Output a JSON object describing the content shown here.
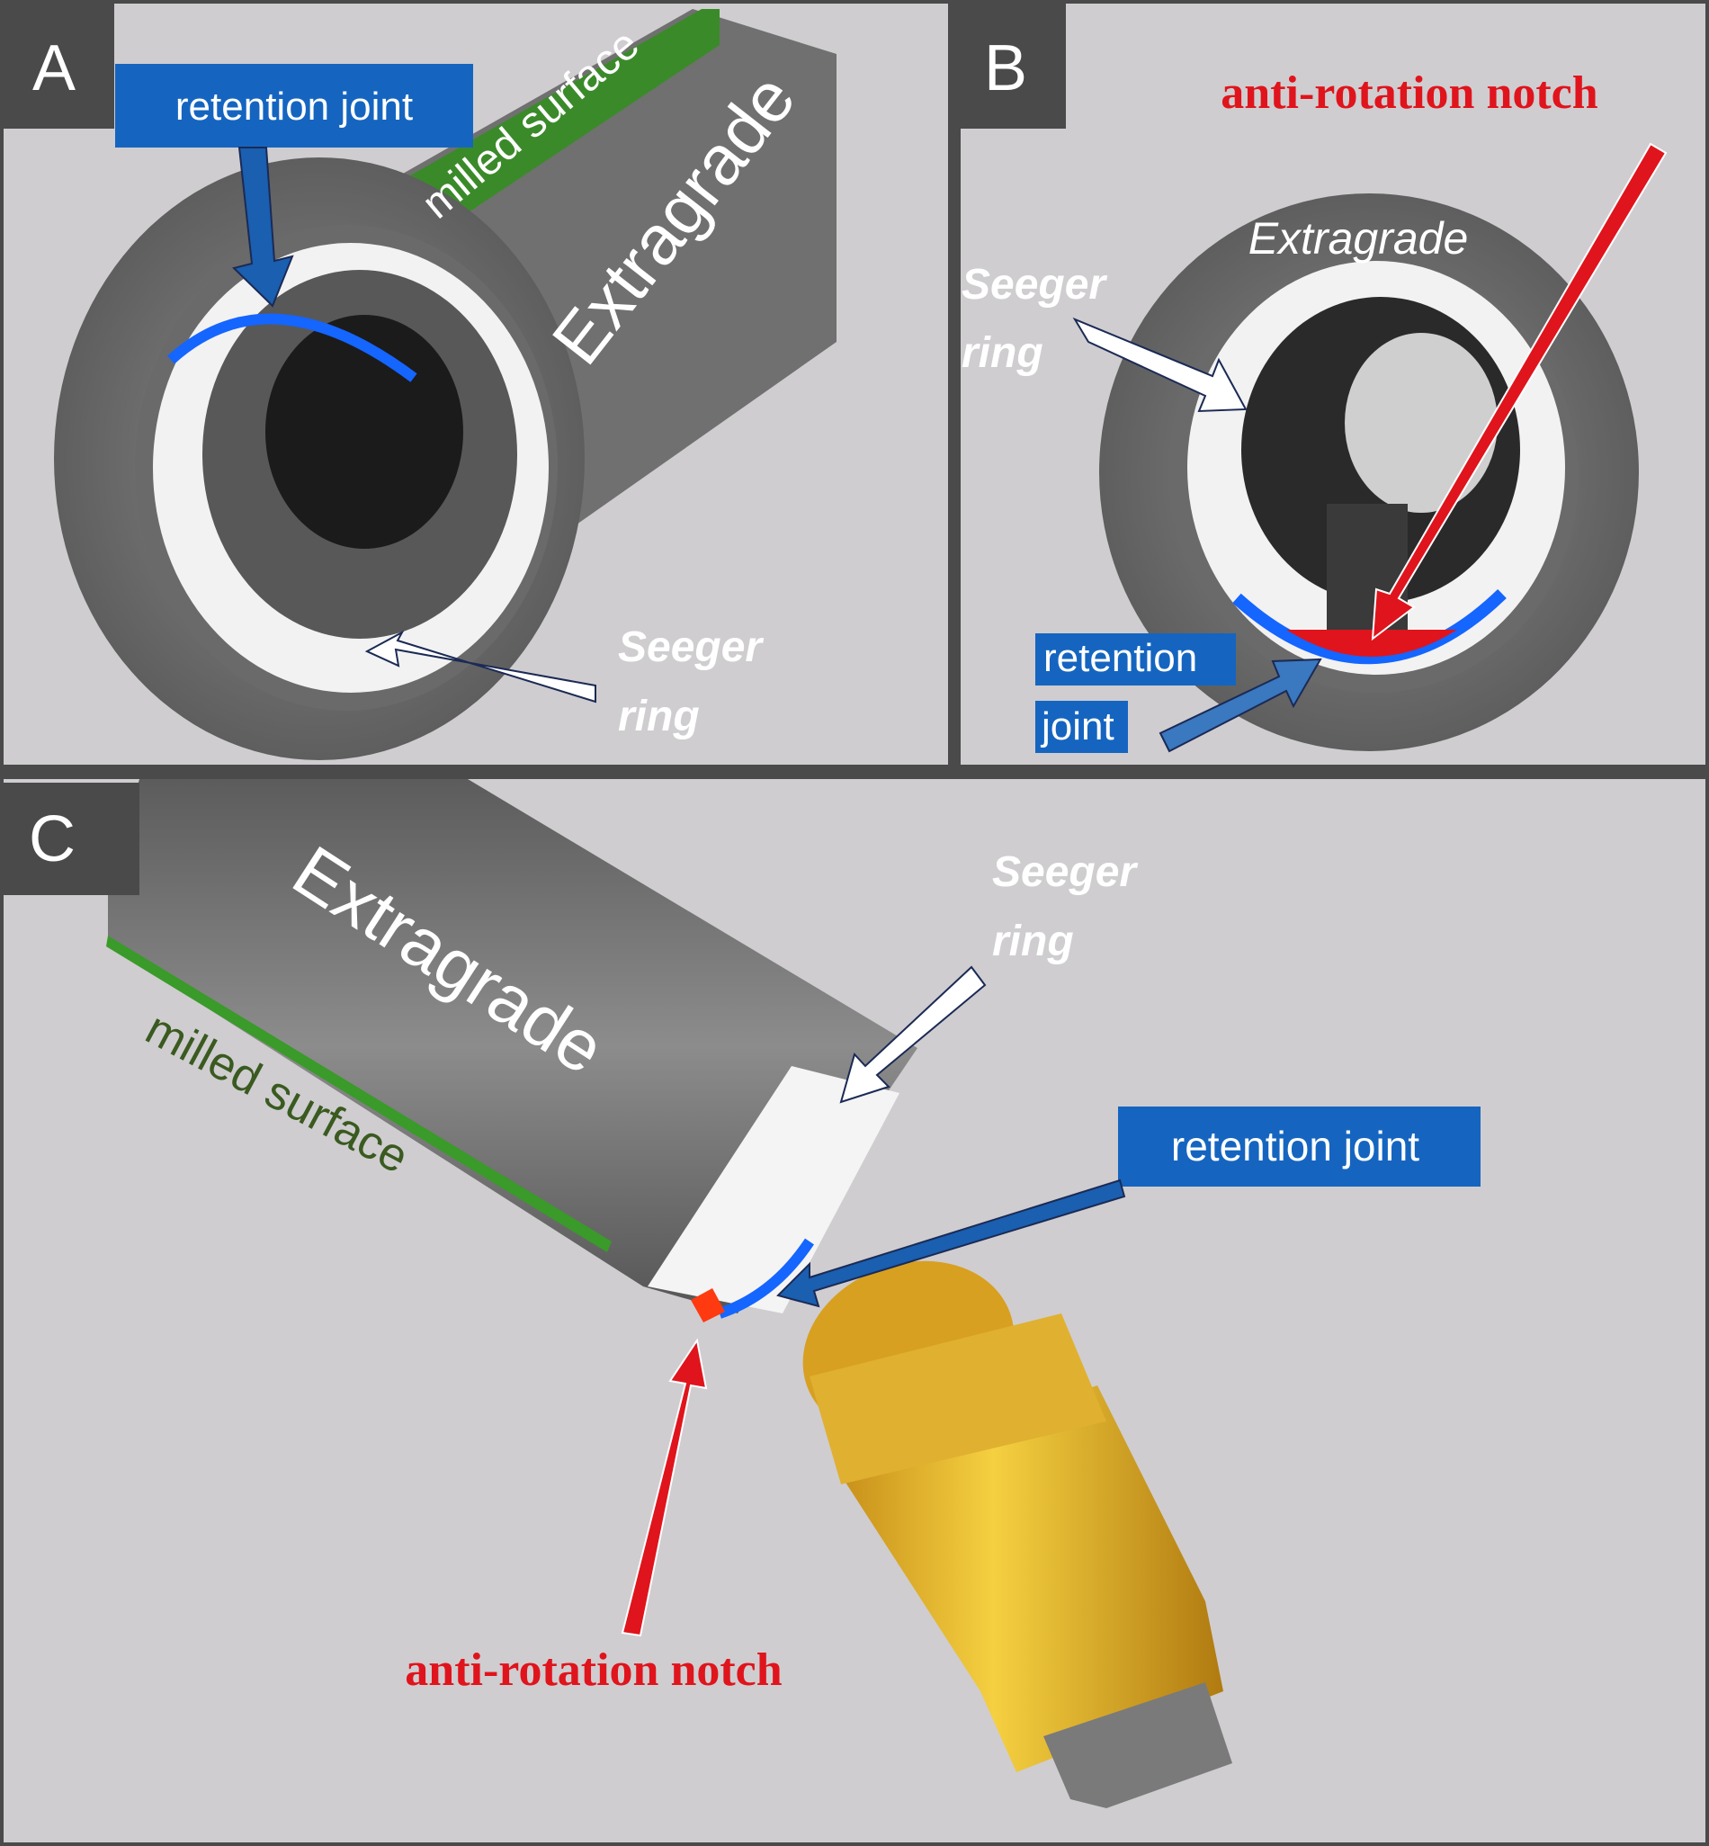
{
  "panels": {
    "a": {
      "label": "A",
      "retention_joint": "retention joint",
      "milled_surface": "milled surface",
      "brand": "Extragrade",
      "seeger_line1": "Seeger",
      "seeger_line2": "ring"
    },
    "b": {
      "label": "B",
      "anti_rotation_notch": "anti-rotation notch",
      "brand": "Extragrade",
      "seeger_line1": "Seeger",
      "seeger_line2": "ring",
      "retention_line1": "retention",
      "retention_line2": "joint"
    },
    "c": {
      "label": "C",
      "brand": "Extragrade",
      "milled_surface": "milled surface",
      "seeger_line1": "Seeger",
      "seeger_line2": "ring",
      "retention_joint": "retention joint",
      "anti_rotation_notch": "anti-rotation notch"
    }
  },
  "colors": {
    "background": "#cfcdd0",
    "label_box": "#4a4a4a",
    "blue": "#1565c0",
    "red": "#e0141c",
    "green": "#3a8a2a",
    "metal": "#6f6f6f",
    "gold": "#e0b020"
  }
}
